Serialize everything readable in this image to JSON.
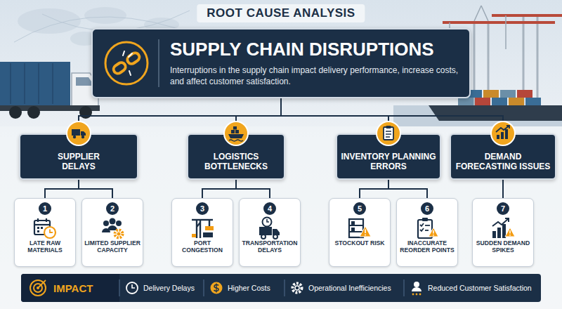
{
  "diagram": {
    "title": "ROOT CAUSE ANALYSIS",
    "nodes": [
      {
        "text": [
          "SUPPLY CHAIN DISRUPTIONS",
          "Interruptions in the supply chain impact delivery performance, increase costs, and affect customer satisfaction."
        ]
      },
      {
        "text": [
          "SUPPLIER DELAYS"
        ]
      },
      {
        "text": [
          "LOGISTICS BOTTLENECKS"
        ]
      },
      {
        "text": [
          "INVENTORY PLANNING ERRORS"
        ]
      },
      {
        "text": [
          "DEMAND FORECASTING ISSUES"
        ]
      },
      {
        "text": [
          "1",
          "LATE RAW MATERIALS"
        ]
      },
      {
        "text": [
          "2",
          "LIMITED SUPPLIER CAPACITY"
        ]
      },
      {
        "text": [
          "3",
          "PORT CONGESTION"
        ]
      },
      {
        "text": [
          "4",
          "TRANSPORTATION DELAYS"
        ]
      },
      {
        "text": [
          "5",
          "STOCKOUT RISK"
        ]
      },
      {
        "text": [
          "6",
          "INACCURATE REORDER POINTS"
        ]
      },
      {
        "text": [
          "7",
          "SUDDEN DEMAND SPIKES"
        ]
      },
      {
        "text": [
          "IMPACT",
          "Delivery Delays",
          "Higher Costs",
          "Operational Inefficiencies",
          "Reduced Customer Satisfaction"
        ]
      }
    ],
    "edges": [
      {
        "from": 0,
        "to": 1,
        "arrow": "none"
      },
      {
        "from": 0,
        "to": 2,
        "arrow": "none"
      },
      {
        "from": 0,
        "to": 3,
        "arrow": "none"
      },
      {
        "from": 0,
        "to": 4,
        "arrow": "none"
      },
      {
        "from": 1,
        "to": 5,
        "arrow": "none"
      },
      {
        "from": 1,
        "to": 6,
        "arrow": "none"
      },
      {
        "from": 2,
        "to": 7,
        "arrow": "none"
      },
      {
        "from": 2,
        "to": 8,
        "arrow": "none"
      },
      {
        "from": 3,
        "to": 9,
        "arrow": "none"
      },
      {
        "from": 3,
        "to": 10,
        "arrow": "none"
      },
      {
        "from": 4,
        "to": 11,
        "arrow": "none"
      }
    ]
  }
}
